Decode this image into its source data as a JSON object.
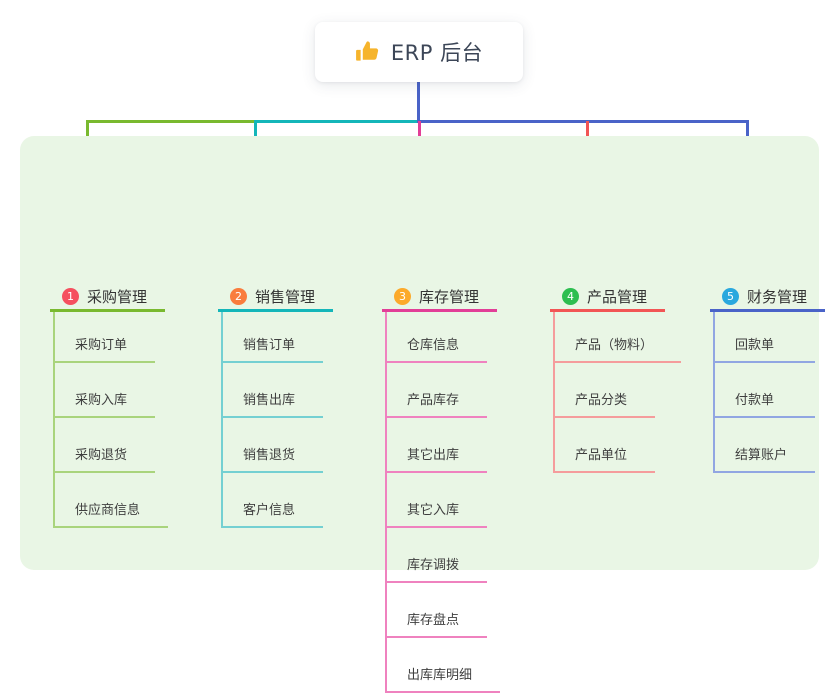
{
  "root": {
    "label": "ERP 后台",
    "icon": "thumbs-up-icon",
    "icon_color": "#f6b42c"
  },
  "panel_bg": "#e9f6e5",
  "connector_colors": {
    "stem": "#4a63c8",
    "bus_left": "#79b92f",
    "bus_mid": "#14b6b9",
    "bus_right": "#4a63c8"
  },
  "branches": [
    {
      "num": "1",
      "title": "采购管理",
      "badge_color": "#f5505f",
      "line_color": "#79b92f",
      "child_line_color": "#a9d47c",
      "children": [
        "采购订单",
        "采购入库",
        "采购退货",
        "供应商信息"
      ]
    },
    {
      "num": "2",
      "title": "销售管理",
      "badge_color": "#f97c3d",
      "line_color": "#14b6b9",
      "child_line_color": "#74d0d2",
      "children": [
        "销售订单",
        "销售出库",
        "销售退货",
        "客户信息"
      ]
    },
    {
      "num": "3",
      "title": "库存管理",
      "badge_color": "#fcaa2b",
      "line_color": "#e23e97",
      "child_line_color": "#ef82bf",
      "children": [
        "仓库信息",
        "产品库存",
        "其它出库",
        "其它入库",
        "库存调拨",
        "库存盘点",
        "出库库明细"
      ]
    },
    {
      "num": "4",
      "title": "产品管理",
      "badge_color": "#2dbe50",
      "line_color": "#f25555",
      "child_line_color": "#f59c9c",
      "children": [
        "产品（物料）",
        "产品分类",
        "产品单位"
      ]
    },
    {
      "num": "5",
      "title": "财务管理",
      "badge_color": "#2aa8de",
      "line_color": "#4a63c8",
      "child_line_color": "#91a6e2",
      "children": [
        "回款单",
        "付款单",
        "结算账户"
      ]
    }
  ]
}
